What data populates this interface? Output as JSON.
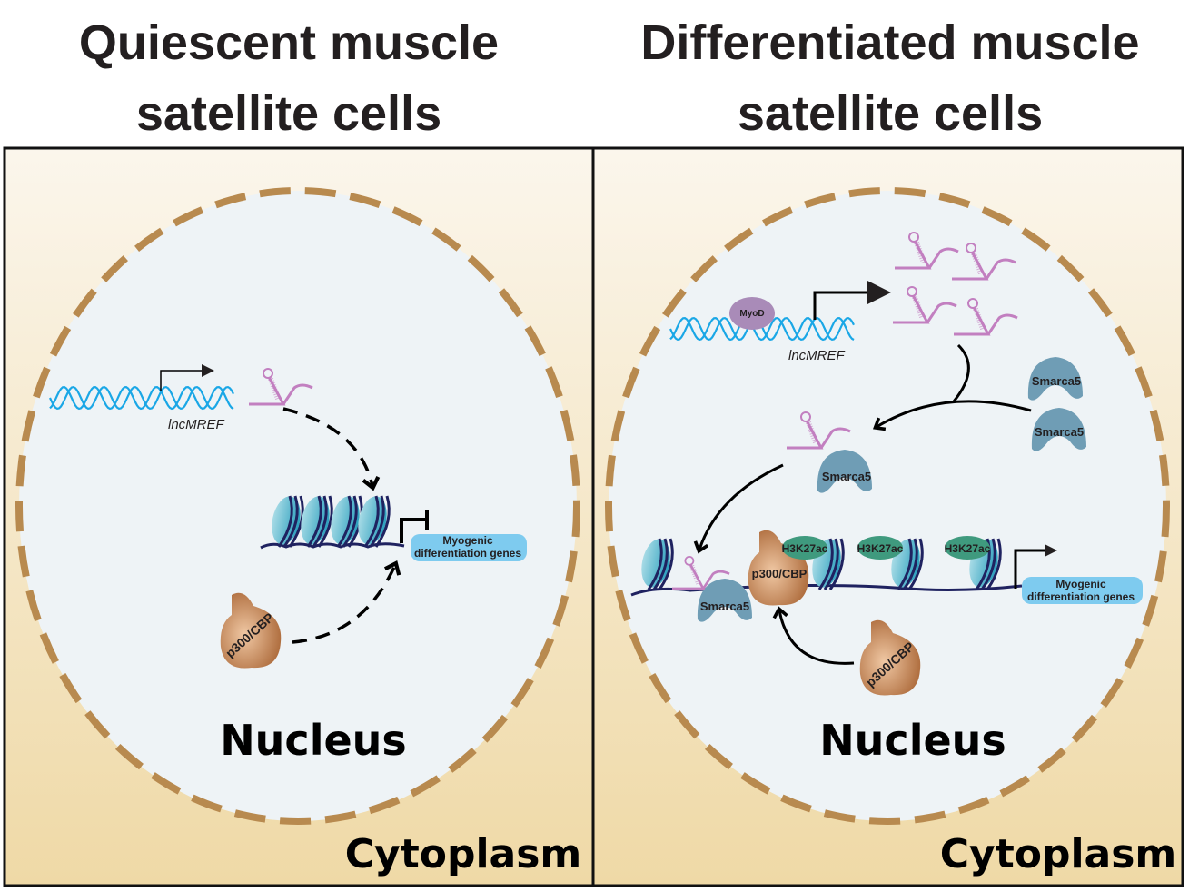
{
  "panels": [
    {
      "title_line1": "Quiescent muscle",
      "title_line2": "satellite cells",
      "gene_label": "lncMREF",
      "target_line1": "Myogenic",
      "target_line2": "differentiation genes",
      "p300_label": "p300/CBP",
      "nucleus_label": "Nucleus",
      "cytoplasm_label": "Cytoplasm"
    },
    {
      "title_line1": "Differentiated muscle",
      "title_line2": "satellite cells",
      "gene_label": "lncMREF",
      "myod_label": "MyoD",
      "smarca5_label": "Smarca5",
      "h3k27ac_label": "H3K27ac",
      "target_line1": "Myogenic",
      "target_line2": "differentiation genes",
      "p300_label": "p300/CBP",
      "nucleus_label": "Nucleus",
      "cytoplasm_label": "Cytoplasm"
    }
  ],
  "colors": {
    "cytoplasm_top": "#fbf6ec",
    "cytoplasm_bottom": "#efd9a6",
    "nucleus_fill": "#eef3f6",
    "nuclear_envelope": "#b88a4f",
    "dna_helix": "#1aa7e6",
    "rna": "#c27fc0",
    "nucleosome": "#3aa9c3",
    "chromatin": "#1f2260",
    "p300": "#b8784a",
    "smarca5": "#6f9db5",
    "myod": "#a98bb8",
    "h3k27ac": "#3f9a7e",
    "gene_box": "#7ecbef"
  }
}
